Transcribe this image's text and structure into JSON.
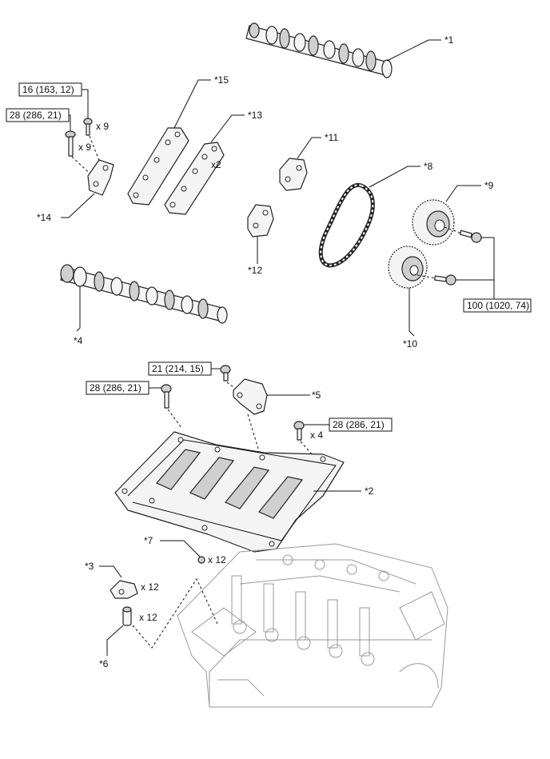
{
  "callouts": {
    "c1": "*1",
    "c2": "*2",
    "c3": "*3",
    "c4": "*4",
    "c5": "*5",
    "c6": "*6",
    "c7": "*7",
    "c8": "*8",
    "c9": "*9",
    "c10": "*10",
    "c11": "*11",
    "c12": "*12",
    "c13": "*13",
    "c14": "*14",
    "c15": "*15"
  },
  "torque_specs": {
    "t16": "16 (163, 12)",
    "t28a": "28 (286, 21)",
    "t100": "100 (1020, 74)",
    "t21": "21 (214, 15)",
    "t28b": "28 (286, 21)",
    "t28c": "28 (286, 21)"
  },
  "quantities": {
    "q_bolt16": "x 9",
    "q_bolt28": "x 9",
    "q_cap13": "x2",
    "q_bolt4": "x 4",
    "q_part7": "x 12",
    "q_part3": "x 12",
    "q_part6": "x 12"
  }
}
